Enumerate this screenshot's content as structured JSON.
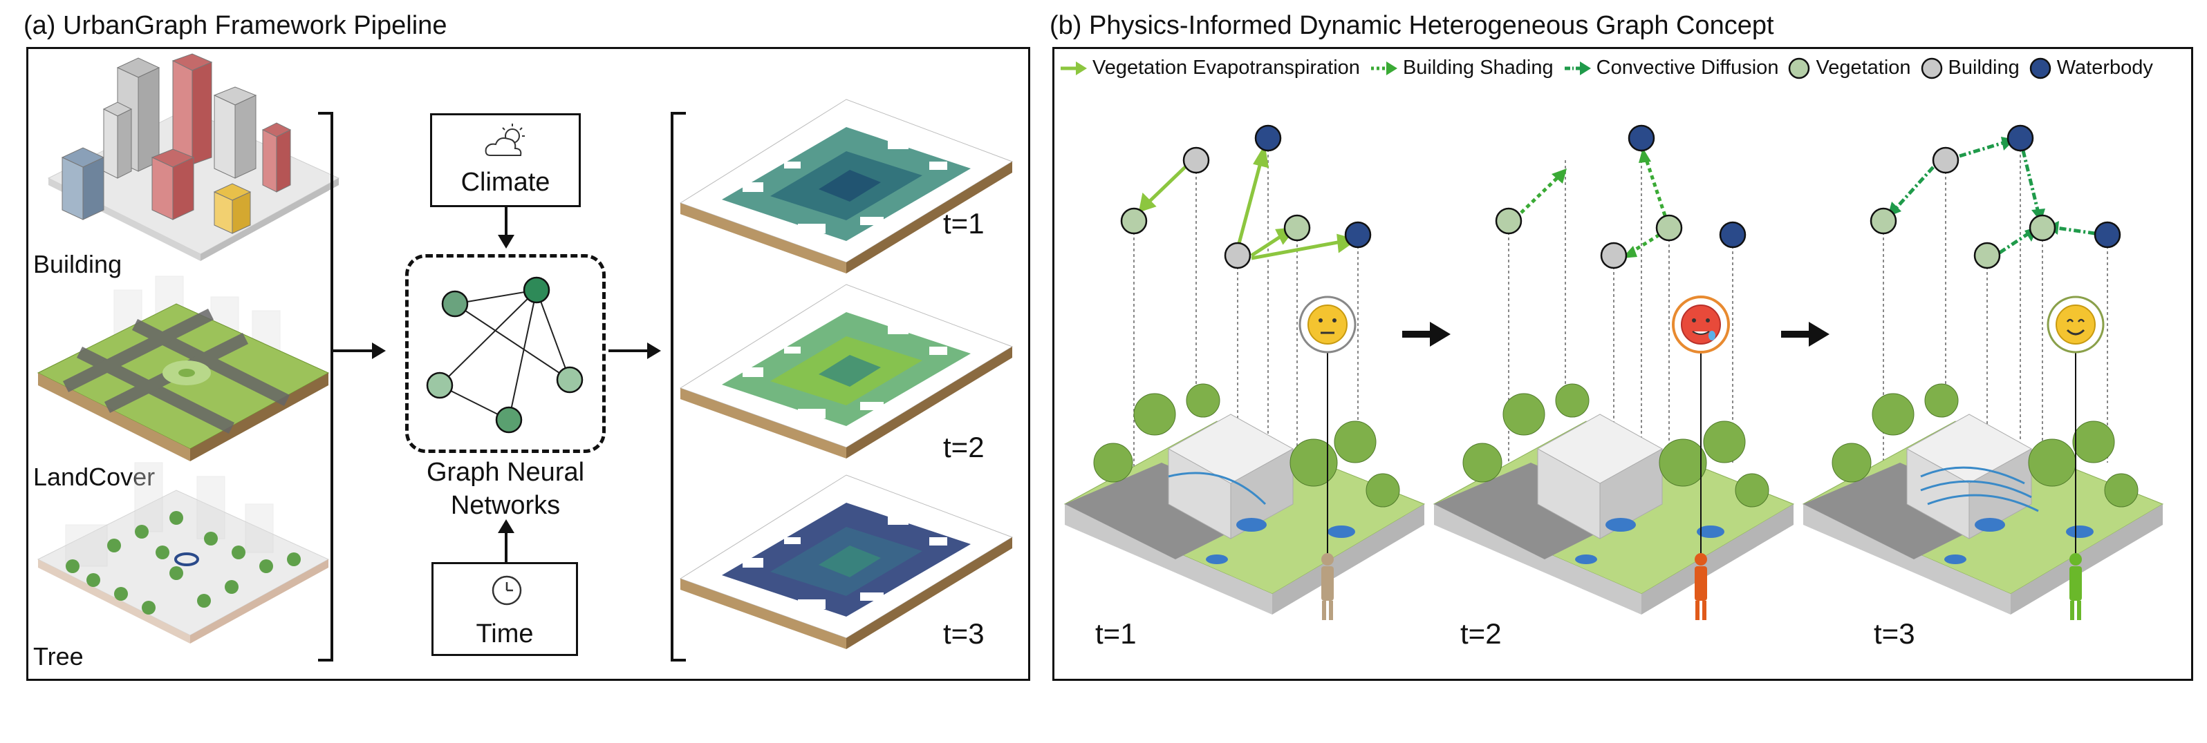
{
  "panel_a": {
    "title": "(a) UrbanGraph Framework Pipeline",
    "layers": {
      "building": "Building",
      "landcover": "LandCover",
      "tree": "Tree"
    },
    "climate_label": "Climate",
    "time_label": "Time",
    "gnn_label_line1": "Graph Neural",
    "gnn_label_line2": "Networks",
    "timesteps": [
      "t=1",
      "t=2",
      "t=3"
    ]
  },
  "panel_b": {
    "title": "(b) Physics-Informed Dynamic Heterogeneous Graph Concept",
    "legend": {
      "evapotranspiration": "Vegetation Evapotranspiration",
      "shading": "Building Shading",
      "convective": "Convective Diffusion",
      "vegetation": "Vegetation",
      "building": "Building",
      "waterbody": "Waterbody"
    },
    "timesteps": [
      "t=1",
      "t=2",
      "t=3"
    ]
  },
  "colors": {
    "vegetation_node": "#b5cfa8",
    "building_node": "#c8c8c8",
    "waterbody_node": "#2a4a8a",
    "gnn_node": "#6aa37e",
    "gnn_node_dark": "#2e8a58",
    "evapotranspiration": "#8cc63f",
    "shading": "#3aaa35",
    "convective": "#1f9a4a",
    "sand": "#b89666",
    "sand_dark": "#8a6a40"
  }
}
